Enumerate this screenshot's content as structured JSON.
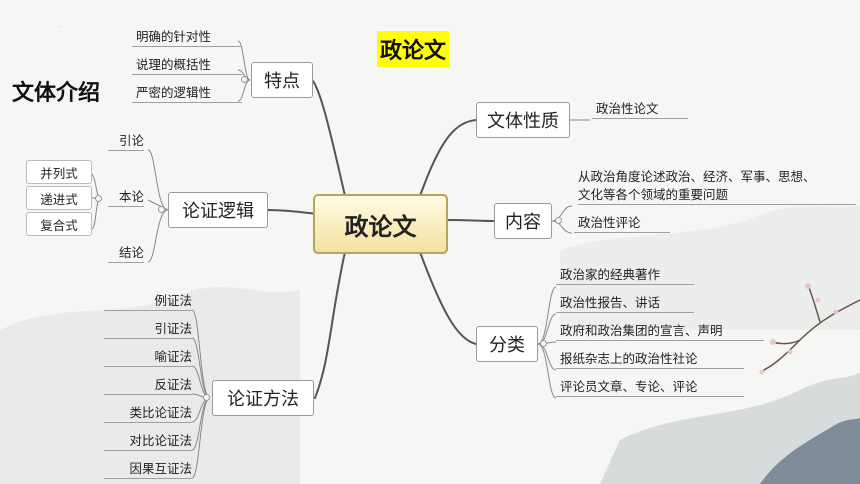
{
  "title_tag": "政论文",
  "intro_label": "文体介绍",
  "central": "政论文",
  "features": {
    "label": "特点",
    "items": [
      "明确的针对性",
      "说理的概括性",
      "严密的逻辑性"
    ]
  },
  "logic": {
    "label": "论证逻辑",
    "items": [
      "引论",
      "本论",
      "结论"
    ],
    "sub_items": [
      "并列式",
      "递进式",
      "复合式"
    ]
  },
  "methods": {
    "label": "论证方法",
    "items": [
      "例证法",
      "引证法",
      "喻证法",
      "反证法",
      "类比论证法",
      "对比论证法",
      "因果互证法"
    ]
  },
  "nature": {
    "label": "文体性质",
    "items": [
      "政治性论文"
    ]
  },
  "content": {
    "label": "内容",
    "items": [
      "从政治角度论述政治、经济、军事、思想、",
      "文化等各个领域的重要问题",
      "政治性评论"
    ]
  },
  "category": {
    "label": "分类",
    "items": [
      "政治家的经典著作",
      "政治性报告、讲话",
      "政府和政治集团的宣言、声明",
      "报纸杂志上的政治性社论",
      "评论员文章、专论、评论"
    ]
  },
  "colors": {
    "central_border": "#b9a25a",
    "central_fill": "#f4e2a0",
    "title_highlight": "#ffff00",
    "branch": "#555555"
  }
}
